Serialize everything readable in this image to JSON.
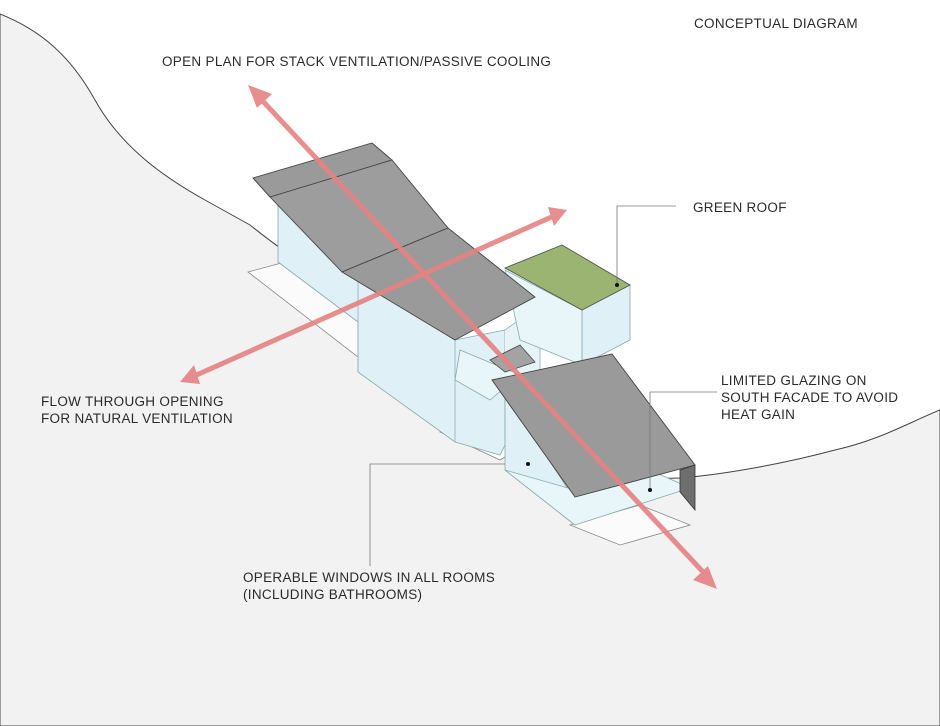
{
  "diagram": {
    "title": "CONCEPTUAL DIAGRAM",
    "annotations": {
      "stack_ventilation": "OPEN PLAN FOR STACK VENTILATION/PASSIVE COOLING",
      "green_roof": "GREEN ROOF",
      "flow_through": [
        "FLOW THROUGH OPENING",
        "FOR NATURAL VENTILATION"
      ],
      "limited_glazing": [
        "LIMITED GLAZING ON",
        "SOUTH FACADE TO AVOID",
        "HEAT GAIN"
      ],
      "operable_windows": [
        "OPERABLE WINDOWS IN ALL ROOMS",
        "(INCLUDING BATHROOMS)"
      ]
    },
    "colors": {
      "hillside": "#f2f2f2",
      "roof": "#9a9a9a",
      "glass": "#dff1f6",
      "green_roof": "#9cb472",
      "arrow": "#e58282"
    }
  }
}
